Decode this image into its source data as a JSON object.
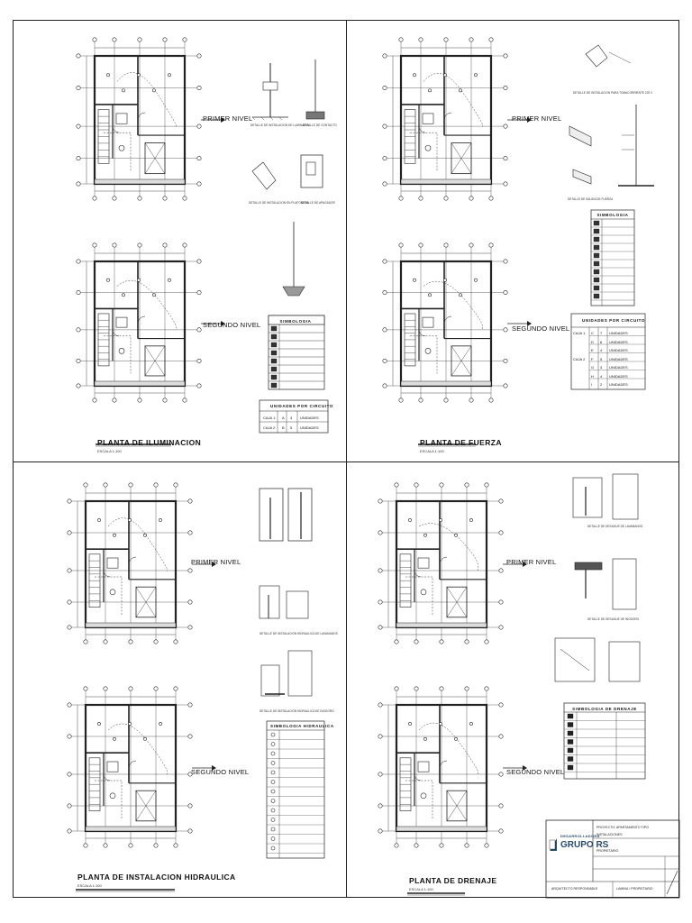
{
  "panels": {
    "iluminacion": {
      "title": "PLANTA DE ILUMINACION",
      "scale": "ESCALA 1:100",
      "level1": "PRIMER NIVEL",
      "level2": "SEGUNDO NIVEL",
      "captions": [
        "DETALLE DE INSTALACION DE LUMINARIA",
        "DETALLE DE CONTACTO",
        "DETALLE DE INSTALACION EN PLAFONERA",
        "DETALLE DE APAGADOR"
      ]
    },
    "fuerza": {
      "title": "PLANTA DE FUERZA",
      "scale": "ESCALA 1:100",
      "level1": "PRIMER NIVEL",
      "level2": "SEGUNDO NIVEL",
      "captions": [
        "DETALLE DE INSTALACION PARA TOMACORRIENTE 220 V",
        "DETALLE DE SALIDA DE FUERZA"
      ]
    },
    "hidraulica": {
      "title": "PLANTA DE INSTALACION HIDRAULICA",
      "scale": "ESCALA 1:100",
      "level1": "PRIMER NIVEL",
      "level2": "SEGUNDO NIVEL",
      "captions": [
        "DETALLE DE INSTALACION HIDRAULICA DE LAVAMANOS",
        "DETALLE DE INSTALACION HIDRAULICA DE INODORO"
      ]
    },
    "drenaje": {
      "title": "PLANTA DE DRENAJE",
      "scale": "ESCALA 1:100",
      "level1": "PRIMER NIVEL",
      "level2": "SEGUNDO NIVEL",
      "captions": [
        "DETALLE DE DESAGUE DE LAVAMANOS",
        "DETALLE DE DESAGUE DE INODORO"
      ]
    }
  },
  "tables": {
    "simbologia_ilum": {
      "header": "SIMBOLOGIA"
    },
    "unidades_ilum": {
      "header": "UNIDADES POR CIRCUITO",
      "rows": [
        {
          "label": "CAJA 1",
          "a": "A",
          "b": "3",
          "c": "UNIDADES"
        },
        {
          "label": "CAJA 2",
          "a": "B",
          "b": "5",
          "c": "UNIDADES"
        }
      ]
    },
    "simbologia_fuerza": {
      "header": "SIMBOLOGIA"
    },
    "unidades_fuerza": {
      "header": "UNIDADES POR CIRCUITO",
      "rows": [
        {
          "label": "CAJA 1",
          "a": "C",
          "b": "7",
          "c": "UNIDADES"
        },
        {
          "label": "",
          "a": "D",
          "b": "6",
          "c": "UNIDADES"
        },
        {
          "label": "",
          "a": "E",
          "b": "4",
          "c": "UNIDADES"
        },
        {
          "label": "CAJA 2",
          "a": "F",
          "b": "5",
          "c": "UNIDADES"
        },
        {
          "label": "",
          "a": "G",
          "b": "3",
          "c": "UNIDADES"
        },
        {
          "label": "",
          "a": "H",
          "b": "4",
          "c": "UNIDADES"
        },
        {
          "label": "",
          "a": "I",
          "b": "2",
          "c": "UNIDADES"
        }
      ]
    },
    "simbologia_hid": {
      "header": "SIMBOLOGIA HIDRAULICA"
    },
    "simbologia_dren": {
      "header": "SIMBOLOGIA DE DRENAJE"
    }
  },
  "title_block": {
    "company_small": "DESARROLLADORA",
    "company_big": "GRUPO RS",
    "project": "PROYECTO: APARTAMENTO TIPO",
    "sheet": "INSTALACIONES",
    "owner": "PROPIETARIO",
    "footer_left": "ARQUITECTO RESPONSABLE",
    "footer_right": "LAMINA / PROPIETARIO"
  },
  "colors": {
    "line": "#222222",
    "logo": "#2b4a6e"
  }
}
